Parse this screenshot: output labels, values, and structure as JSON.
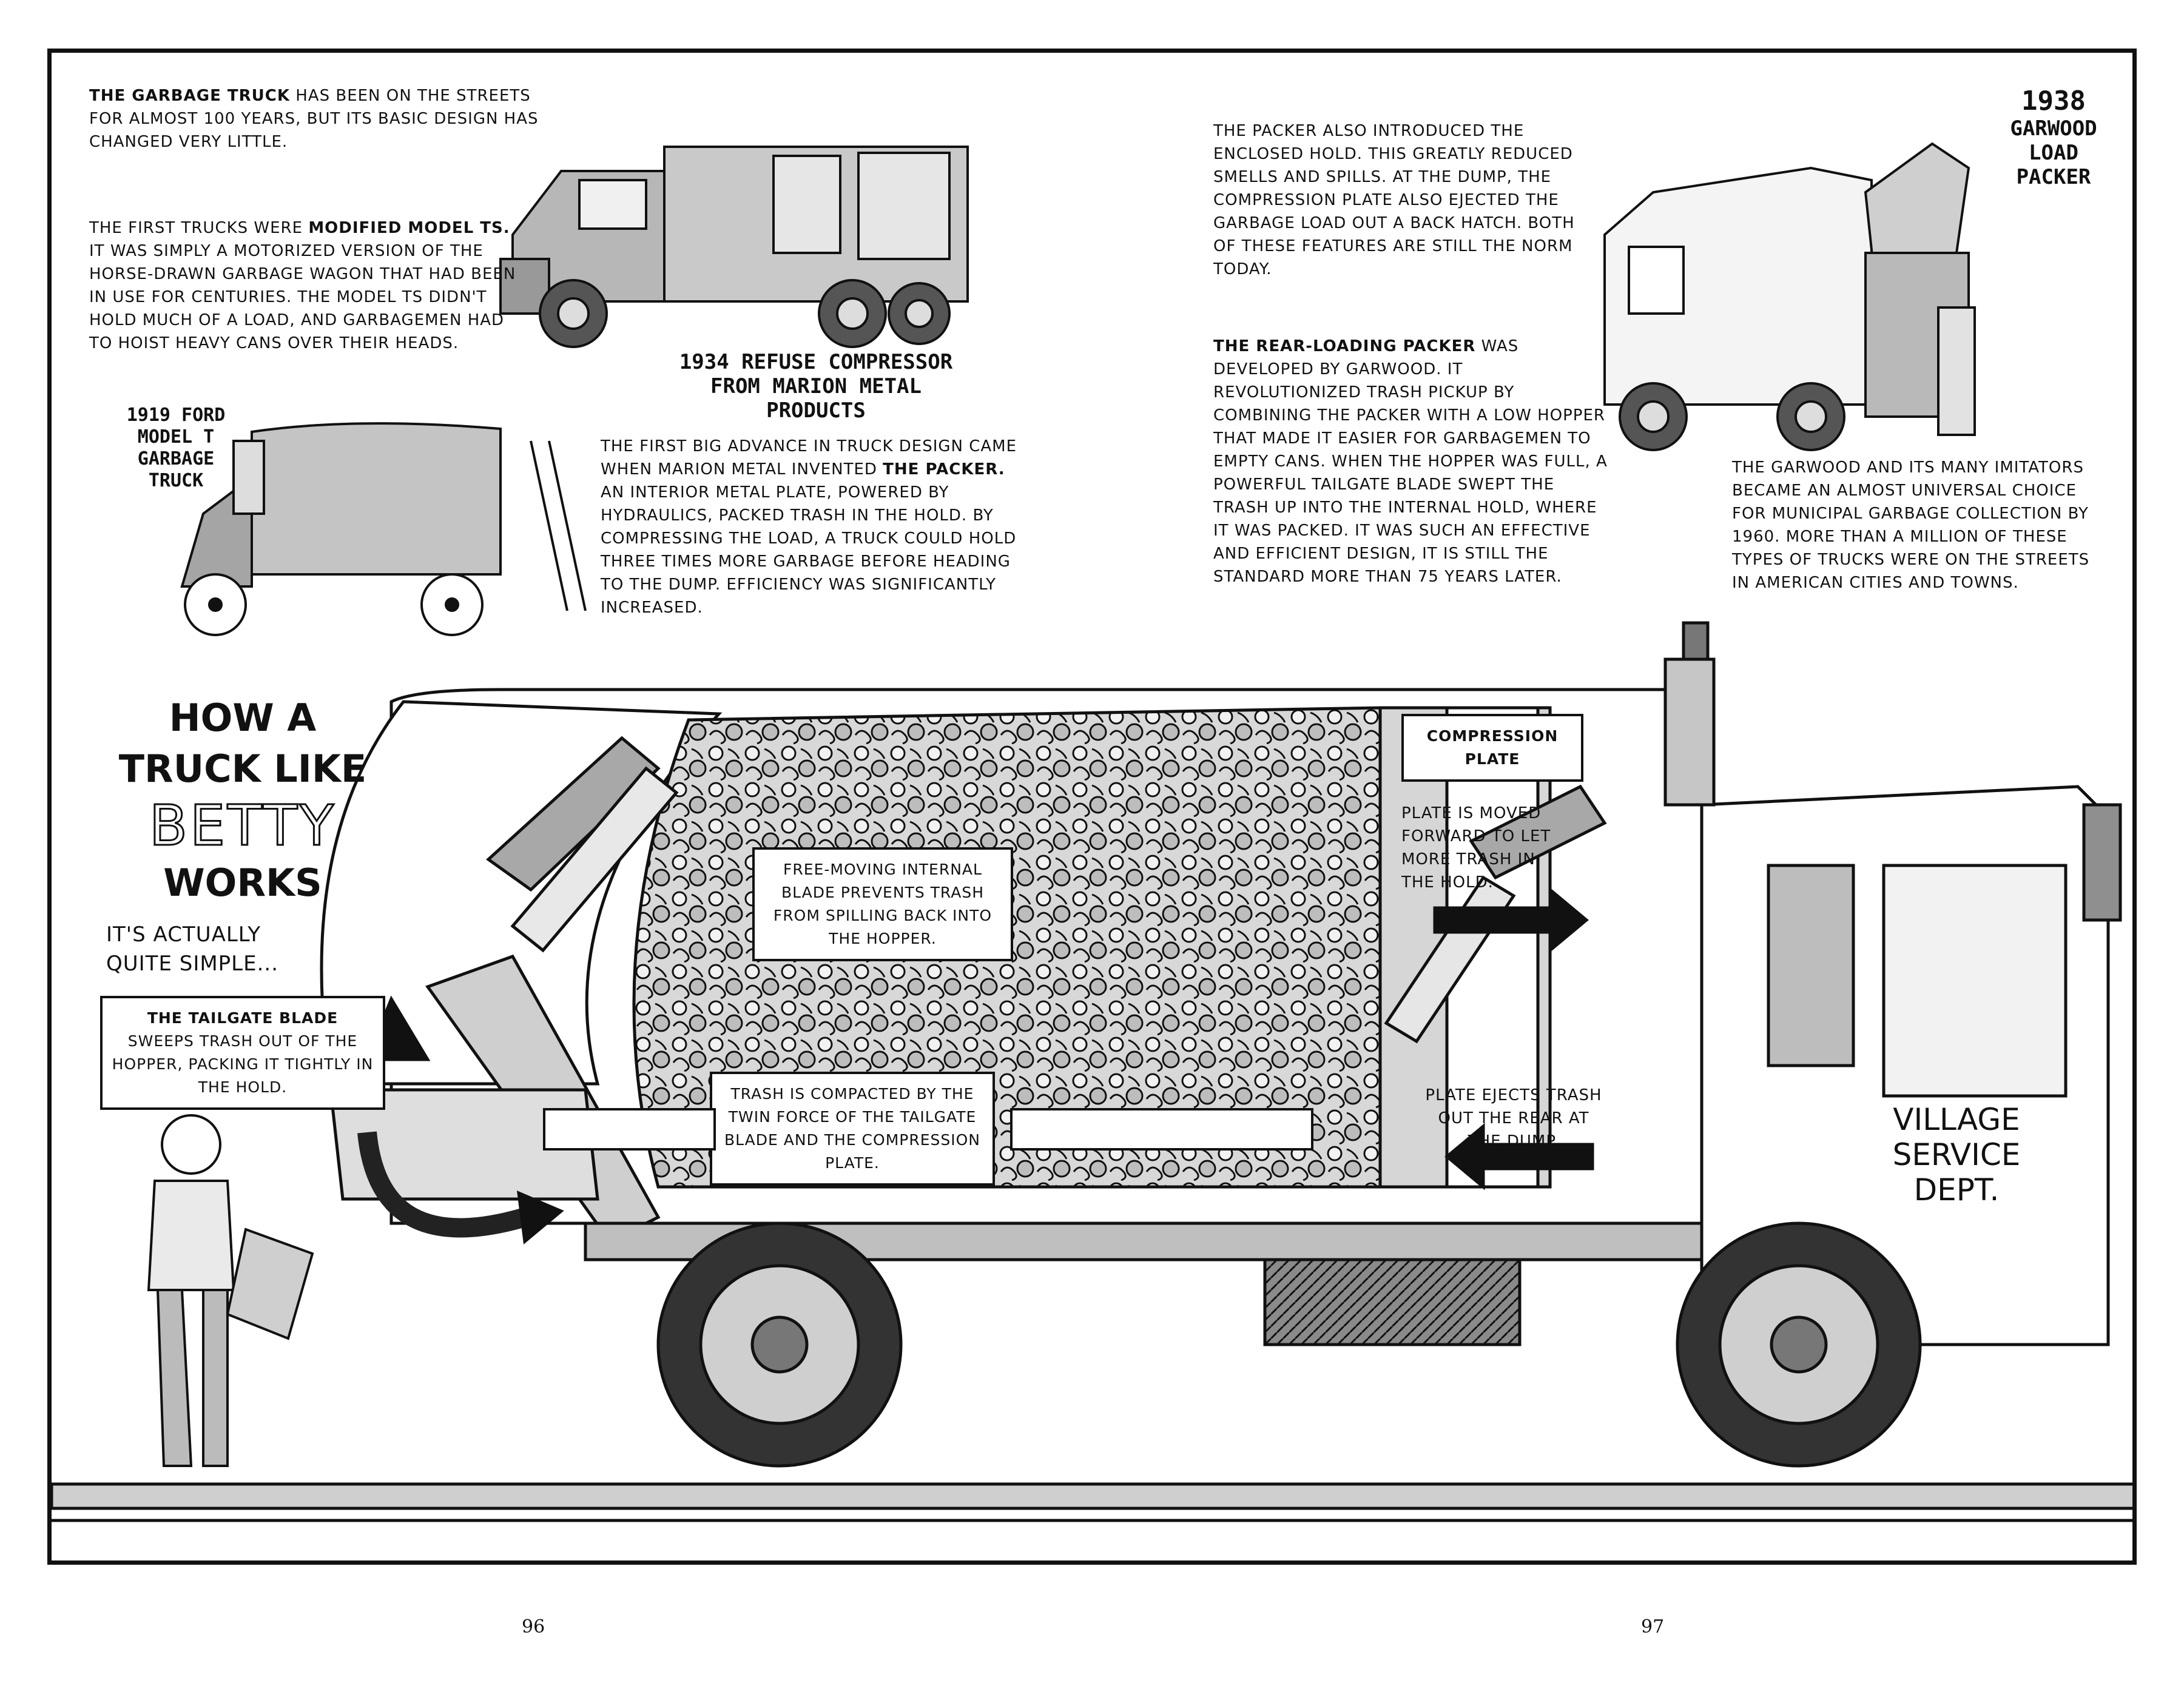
{
  "intro": {
    "lead": "THE GARBAGE TRUCK",
    "text": "HAS BEEN ON THE STREETS FOR ALMOST 100 YEARS, BUT ITS BASIC DESIGN HAS CHANGED VERY LITTLE."
  },
  "first_trucks": {
    "pre": "THE FIRST TRUCKS WERE",
    "bold": "MODIFIED MODEL Ts.",
    "post": "IT WAS SIMPLY A MOTORIZED VERSION OF THE HORSE-DRAWN GARBAGE WAGON THAT HAD BEEN IN USE FOR CENTURIES. THE MODEL Ts DIDN'T HOLD MUCH OF A LOAD, AND GARBAGEMEN HAD TO HOIST HEAVY CANS OVER THEIR HEADS."
  },
  "ford_caption": "1919 FORD MODEL T GARBAGE TRUCK",
  "refuse_caption": {
    "line1": "1934 REFUSE COMPRESSOR",
    "line2": "from MARION METAL",
    "line3": "PRODUCTS"
  },
  "packer": {
    "pre": "THE FIRST BIG ADVANCE IN TRUCK DESIGN CAME WHEN MARION METAL INVENTED",
    "bold": "THE PACKER.",
    "post": "AN INTERIOR METAL PLATE, POWERED BY HYDRAULICS, PACKED TRASH IN THE HOLD. BY COMPRESSING THE LOAD, A TRUCK COULD HOLD THREE TIMES MORE GARBAGE BEFORE HEADING TO THE DUMP. EFFICIENCY WAS SIGNIFICANTLY INCREASED."
  },
  "enclosed_hold": "THE PACKER ALSO INTRODUCED THE ENCLOSED HOLD. THIS GREATLY REDUCED SMELLS AND SPILLS. AT THE DUMP, THE COMPRESSION PLATE ALSO EJECTED THE GARBAGE LOAD OUT A BACK HATCH. BOTH OF THESE FEATURES ARE STILL THE NORM TODAY.",
  "garwood_caption": {
    "year": "1938",
    "name": "GARWOOD LOAD PACKER"
  },
  "rear_loading": {
    "bold": "THE REAR-LOADING PACKER",
    "text": "WAS DEVELOPED BY GARWOOD. IT REVOLUTIONIZED TRASH PICKUP BY COMBINING THE PACKER WITH A LOW HOPPER THAT MADE IT EASIER FOR GARBAGEMEN TO EMPTY CANS. WHEN THE HOPPER WAS FULL, A POWERFUL TAILGATE BLADE SWEPT THE TRASH UP INTO THE INTERNAL HOLD, WHERE IT WAS PACKED. IT WAS SUCH AN EFFECTIVE AND EFFICIENT DESIGN, IT IS STILL THE STANDARD MORE THAN 75 YEARS LATER."
  },
  "garwood_text": "THE GARWOOD AND ITS MANY IMITATORS BECAME AN ALMOST UNIVERSAL CHOICE FOR MUNICIPAL GARBAGE COLLECTION BY 1960. MORE THAN A MILLION OF THESE TYPES OF TRUCKS WERE ON THE STREETS IN AMERICAN CITIES AND TOWNS.",
  "title": {
    "line1": "HOW A",
    "line2": "TRUCK LIKE",
    "line3": "BETTY",
    "line4": "WORKS",
    "sub": "IT'S ACTUALLY QUITE SIMPLE..."
  },
  "callouts": {
    "tailgate_title": "THE TAILGATE BLADE",
    "tailgate_text": "SWEEPS TRASH OUT OF THE HOPPER, PACKING IT TIGHTLY IN THE HOLD.",
    "internal_blade": "FREE-MOVING INTERNAL BLADE PREVENTS TRASH FROM SPILLING BACK INTO THE HOPPER.",
    "compacted": "TRASH IS COMPACTED BY THE TWIN FORCE OF THE TAILGATE BLADE AND THE COMPRESSION PLATE.",
    "compression_plate": "COMPRESSION PLATE",
    "plate_moved": "PLATE IS MOVED FORWARD TO LET MORE TRASH IN THE HOLD.",
    "plate_ejects": "PLATE EJECTS TRASH OUT THE REAR AT THE DUMP."
  },
  "door_sign": {
    "line1": "VILLAGE",
    "line2": "SERVICE",
    "line3": "DEPT."
  },
  "page_numbers": {
    "left": "96",
    "right": "97"
  },
  "colors": {
    "ink": "#111111",
    "grey_light": "#d4d4d4",
    "grey_mid": "#a8a8a8",
    "grey_dark": "#7a7a7a",
    "paper": "#ffffff"
  }
}
